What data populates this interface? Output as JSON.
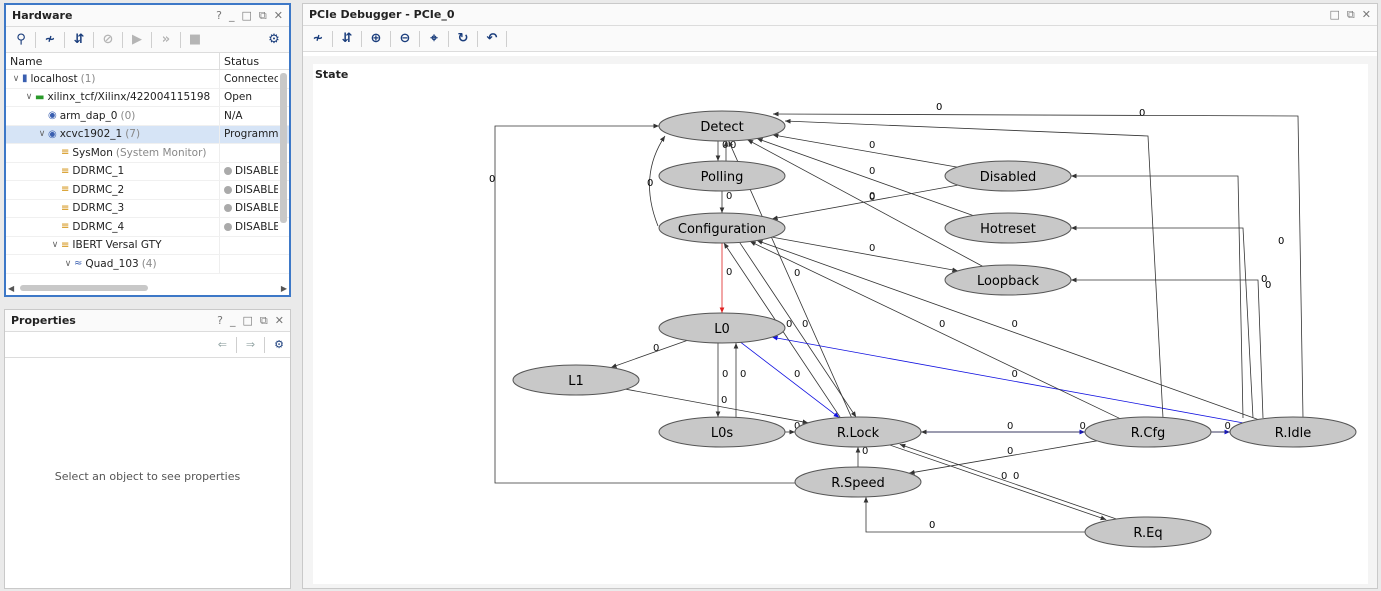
{
  "hardware": {
    "title": "Hardware",
    "controls": [
      "?",
      "_",
      "□",
      "⧉",
      "✕"
    ],
    "columns": [
      "Name",
      "Status"
    ],
    "rows": [
      {
        "indent": 0,
        "chev": "v",
        "icon": "server",
        "name": "localhost",
        "extra": "(1)",
        "status": "Connected"
      },
      {
        "indent": 1,
        "chev": "v",
        "icon": "board",
        "name": "xilinx_tcf/Xilinx/422004115198",
        "extra": "",
        "status": "Open"
      },
      {
        "indent": 2,
        "chev": "",
        "icon": "chip",
        "name": "arm_dap_0",
        "extra": "(0)",
        "status": "N/A"
      },
      {
        "indent": 2,
        "chev": "v",
        "icon": "chip",
        "name": "xcvc1902_1",
        "extra": "(7)",
        "status": "Programm",
        "selected": true
      },
      {
        "indent": 3,
        "chev": "",
        "icon": "ip",
        "name": "SysMon",
        "extra": "(System Monitor)",
        "status": ""
      },
      {
        "indent": 3,
        "chev": "",
        "icon": "ip",
        "name": "DDRMC_1",
        "extra": "",
        "status": "DISABLE"
      },
      {
        "indent": 3,
        "chev": "",
        "icon": "ip",
        "name": "DDRMC_2",
        "extra": "",
        "status": "DISABLE"
      },
      {
        "indent": 3,
        "chev": "",
        "icon": "ip",
        "name": "DDRMC_3",
        "extra": "",
        "status": "DISABLE"
      },
      {
        "indent": 3,
        "chev": "",
        "icon": "ip",
        "name": "DDRMC_4",
        "extra": "",
        "status": "DISABLE"
      },
      {
        "indent": 3,
        "chev": "v",
        "icon": "ip",
        "name": "IBERT Versal GTY",
        "extra": "",
        "status": ""
      },
      {
        "indent": 4,
        "chev": "v",
        "icon": "quad",
        "name": "Quad_103",
        "extra": "(4)",
        "status": ""
      }
    ]
  },
  "properties": {
    "title": "Properties",
    "controls": [
      "?",
      "_",
      "□",
      "⧉",
      "✕"
    ],
    "empty_message": "Select an object to see properties"
  },
  "debugger": {
    "title": "PCIe Debugger - PCIe_0",
    "controls": [
      "□",
      "⧉",
      "✕"
    ],
    "section_label": "State",
    "states": [
      {
        "id": "Detect",
        "label": "Detect"
      },
      {
        "id": "Polling",
        "label": "Polling"
      },
      {
        "id": "Configuration",
        "label": "Configuration"
      },
      {
        "id": "Disabled",
        "label": "Disabled"
      },
      {
        "id": "Hotreset",
        "label": "Hotreset"
      },
      {
        "id": "Loopback",
        "label": "Loopback"
      },
      {
        "id": "L0",
        "label": "L0"
      },
      {
        "id": "L1",
        "label": "L1"
      },
      {
        "id": "L0s",
        "label": "L0s"
      },
      {
        "id": "RLock",
        "label": "R.Lock"
      },
      {
        "id": "RCfg",
        "label": "R.Cfg"
      },
      {
        "id": "RIdle",
        "label": "R.Idle"
      },
      {
        "id": "RSpeed",
        "label": "R.Speed"
      },
      {
        "id": "REq",
        "label": "R.Eq"
      }
    ],
    "edge_label": "0"
  },
  "colors": {
    "active_edge": "#1010e0",
    "config_to_l0": "#e02020",
    "node_fill": "#c8c8c8"
  }
}
